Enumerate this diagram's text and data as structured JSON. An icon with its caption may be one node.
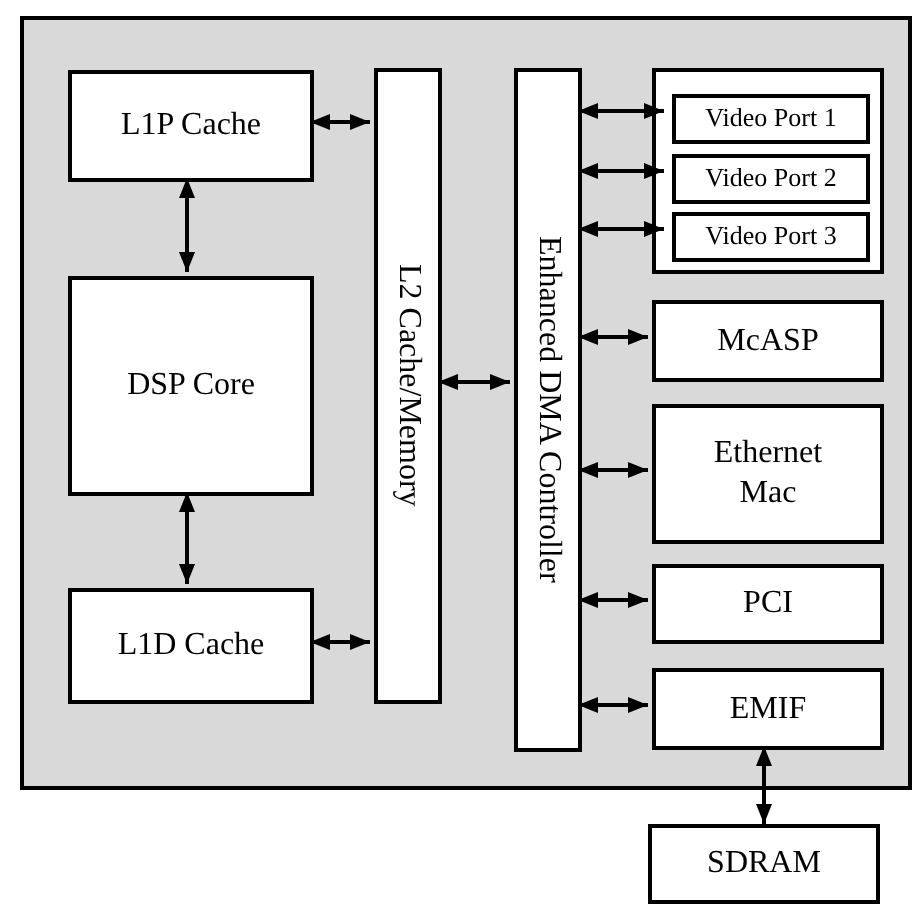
{
  "diagram": {
    "nodes": [
      {
        "text": [],
        "shape": "box"
      },
      {
        "text": [
          "L1P Cache"
        ],
        "in": 0
      },
      {
        "text": [
          "DSP Core"
        ],
        "in": 0
      },
      {
        "text": [
          "L1D Cache"
        ],
        "in": 0
      },
      {
        "text": [
          "L2 Cache/Memory"
        ],
        "in": 0
      },
      {
        "text": [
          "Enhanced DMA Controller"
        ],
        "in": 0
      },
      {
        "text": [],
        "shape": "box",
        "in": 0
      },
      {
        "text": [
          "Video Port 1"
        ],
        "in": 6
      },
      {
        "text": [
          "Video Port 2"
        ],
        "in": 6
      },
      {
        "text": [
          "Video Port 3"
        ],
        "in": 6
      },
      {
        "text": [
          "McASP"
        ],
        "in": 0
      },
      {
        "text": [
          "Ethernet Mac"
        ],
        "in": 0
      },
      {
        "text": [
          "PCI"
        ],
        "in": 0
      },
      {
        "text": [
          "EMIF"
        ],
        "in": 0
      },
      {
        "text": [
          "SDRAM"
        ]
      }
    ],
    "edges": [
      {
        "from": 1,
        "to": 4,
        "arrow": "both"
      },
      {
        "from": 1,
        "to": 2,
        "arrow": "both"
      },
      {
        "from": 2,
        "to": 3,
        "arrow": "both"
      },
      {
        "from": 3,
        "to": 4,
        "arrow": "both"
      },
      {
        "from": 4,
        "to": 5,
        "arrow": "both"
      },
      {
        "from": 5,
        "to": 7,
        "arrow": "both"
      },
      {
        "from": 5,
        "to": 8,
        "arrow": "both"
      },
      {
        "from": 5,
        "to": 9,
        "arrow": "both"
      },
      {
        "from": 5,
        "to": 10,
        "arrow": "both"
      },
      {
        "from": 5,
        "to": 11,
        "arrow": "both"
      },
      {
        "from": 5,
        "to": 12,
        "arrow": "both"
      },
      {
        "from": 5,
        "to": 13,
        "arrow": "both"
      },
      {
        "from": 13,
        "to": 14,
        "arrow": "both"
      }
    ]
  }
}
